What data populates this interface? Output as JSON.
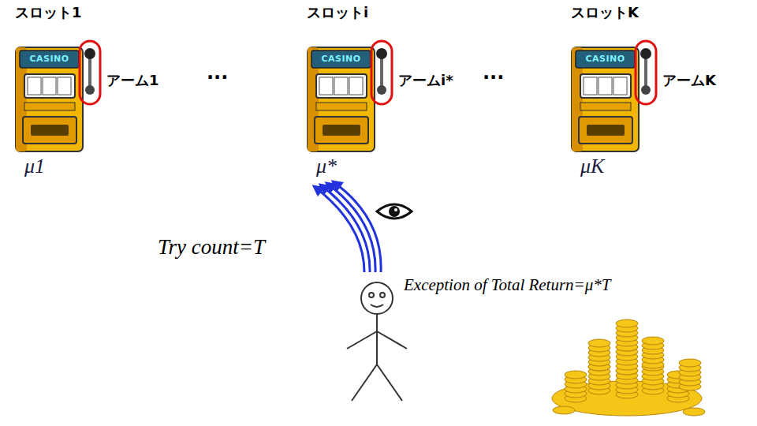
{
  "diagram": {
    "nodes": [
      {
        "text": [
          "スロット1",
          "CASINO",
          "アーム1",
          "μ1"
        ]
      },
      {
        "text": [
          "スロットi",
          "CASINO",
          "アームi*",
          "μ*"
        ]
      },
      {
        "text": [
          "スロットK",
          "CASINO",
          "アームK",
          "μK"
        ]
      }
    ],
    "labels": [
      "···",
      "···",
      "Try count=T",
      "Exception of Total Return=μ*T"
    ]
  }
}
